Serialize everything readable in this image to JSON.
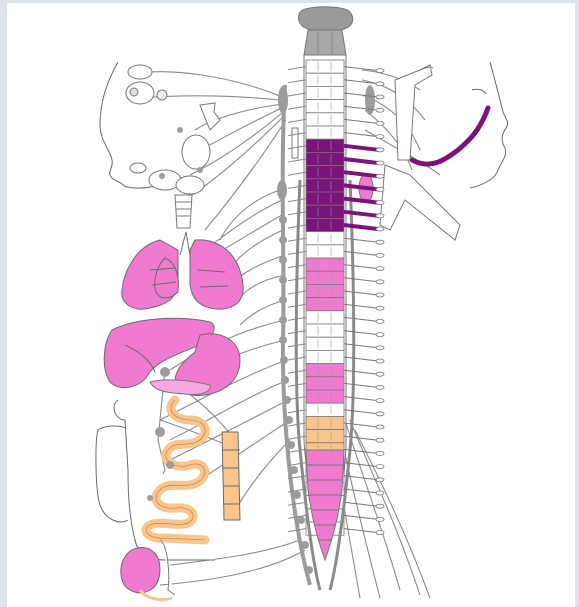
{
  "figure": {
    "description_labels": [],
    "colors": {
      "background": "#ffffff",
      "page_border": "#dde3ea",
      "outline": "#555555",
      "nerve": "#8a8a8a",
      "ganglion": "#9c9c9c",
      "pink": "#f07ad0",
      "purple": "#7a137a",
      "orange": "#f9c58c"
    },
    "icons": [
      "head-outline",
      "eye",
      "spinal-cord",
      "lungs",
      "liver",
      "stomach",
      "intestines",
      "bladder",
      "face-outline",
      "sympathetic-chain"
    ]
  }
}
